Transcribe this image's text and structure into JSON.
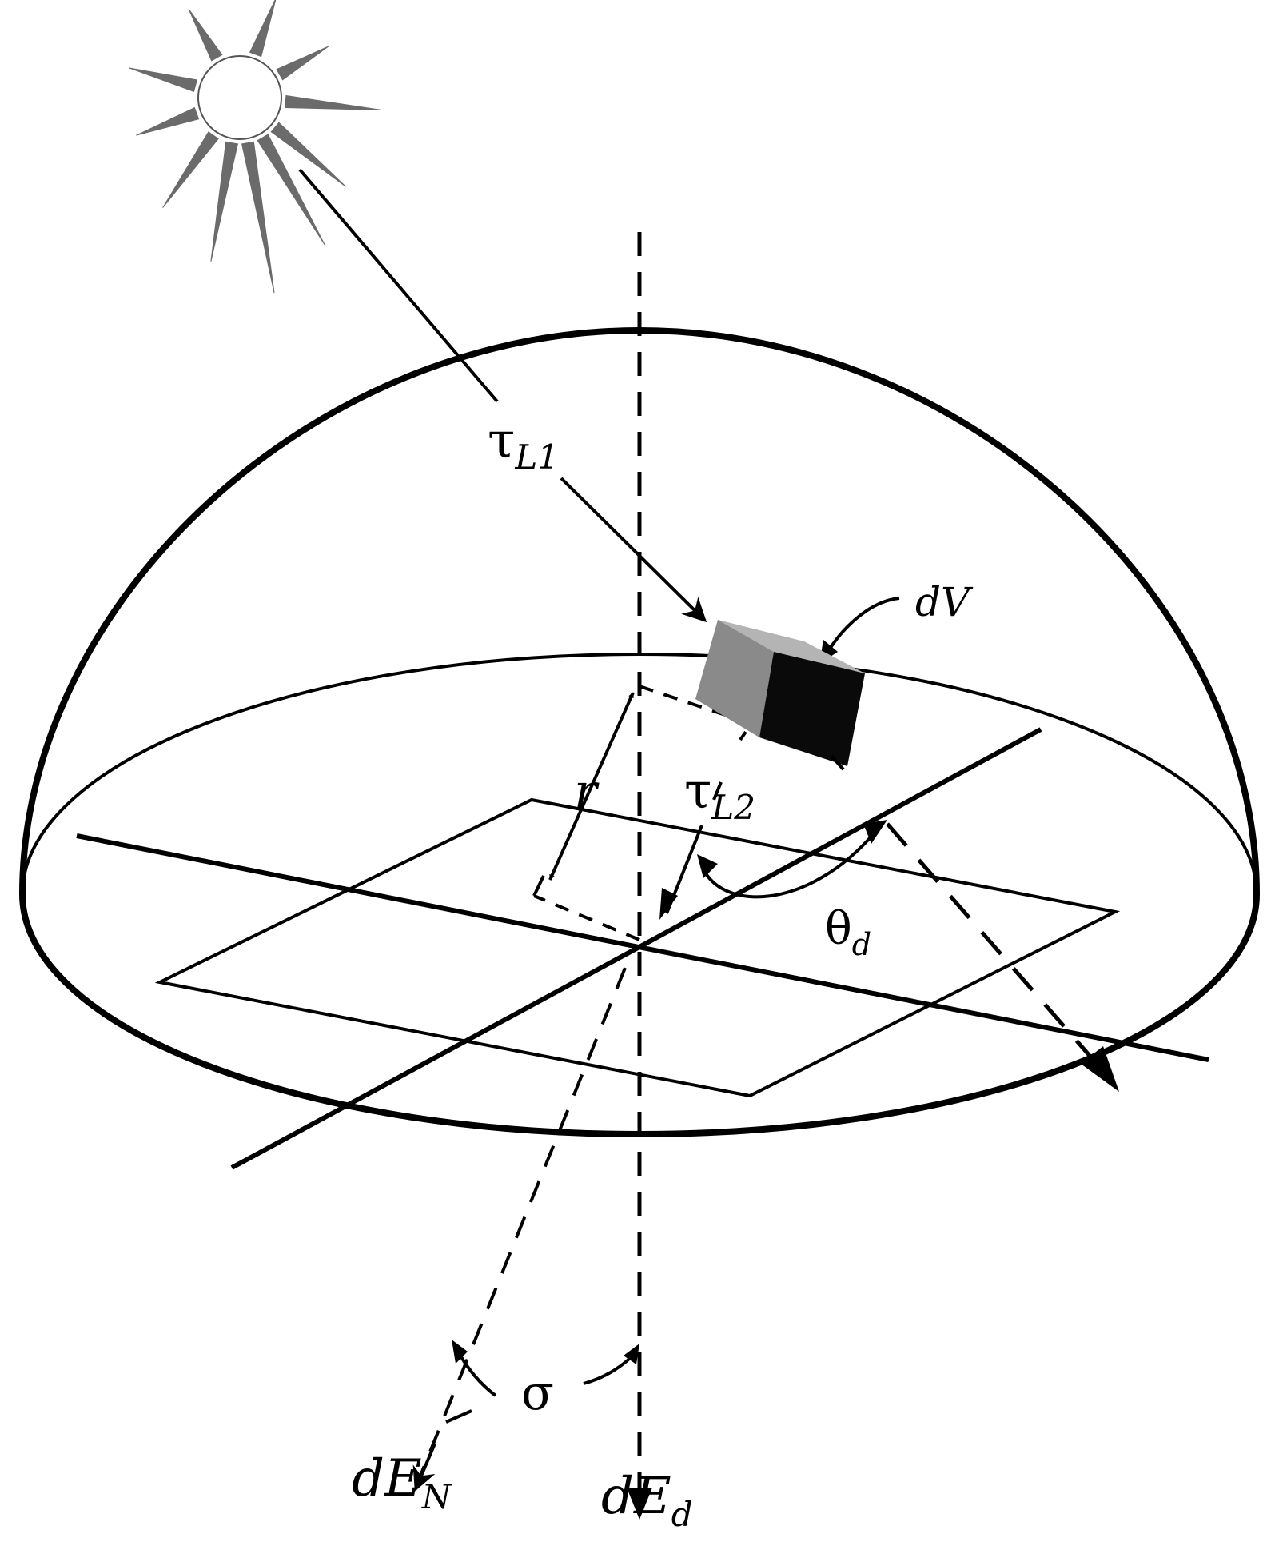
{
  "labels": {
    "tau_l1": {
      "base": "τ",
      "sub": "L1"
    },
    "tau_l2": {
      "base": "τ",
      "sub": "L2"
    },
    "dv": "dV",
    "r": "r",
    "theta_d": {
      "base": "θ",
      "sub": "d"
    },
    "sigma": "σ",
    "de_n": {
      "base": "dE",
      "sub": "N"
    },
    "de_d": {
      "base": "dE",
      "sub": "d"
    }
  },
  "colors": {
    "ink": "#000000",
    "cube_front": "#8a8a8a",
    "cube_top": "#b4b4b4",
    "cube_side": "#0a0a0a"
  }
}
